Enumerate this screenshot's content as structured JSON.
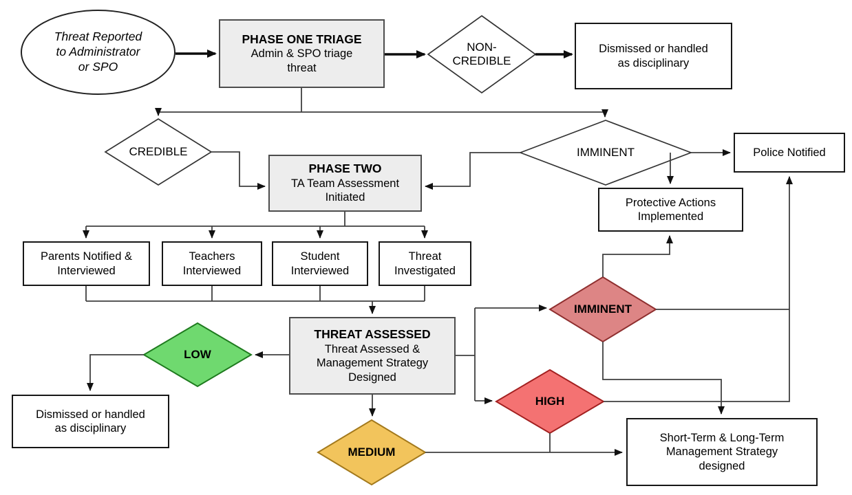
{
  "colors": {
    "process_fill": "#ededed",
    "process_border": "#4c4c4c",
    "line": "#3f3f3f",
    "arrow": "#111111",
    "thick_line": "#0d0d0d",
    "white_diamond_fill": "#ffffff",
    "white_diamond_border": "#333333",
    "low_fill": "#6fd96f",
    "low_border": "#1e7a1e",
    "medium_fill": "#f2c45c",
    "medium_border": "#a3791c",
    "high_fill": "#f47272",
    "high_border": "#a32020",
    "imminent_fill": "#dd8585",
    "imminent_border": "#8f2f2f"
  },
  "nodes": {
    "start": {
      "text": "Threat Reported\nto Administrator\nor SPO"
    },
    "phase_one": {
      "title": "PHASE ONE TRIAGE",
      "body": "Admin & SPO triage\nthreat"
    },
    "non_credible": {
      "text": "NON-\nCREDIBLE"
    },
    "dismissed_top": {
      "text": "Dismissed or handled\nas disciplinary"
    },
    "credible": {
      "text": "CREDIBLE"
    },
    "phase_two": {
      "title": "PHASE TWO",
      "body": "TA Team Assessment\nInitiated"
    },
    "imminent_top": {
      "text": "IMMINENT"
    },
    "police": {
      "text": "Police Notified"
    },
    "protective": {
      "text": "Protective Actions\nImplemented"
    },
    "parents": {
      "text": "Parents Notified &\nInterviewed"
    },
    "teachers": {
      "text": "Teachers\nInterviewed"
    },
    "student": {
      "text": "Student\nInterviewed"
    },
    "threat_inv": {
      "text": "Threat\nInvestigated"
    },
    "threat_assessed": {
      "title": "THREAT ASSESSED",
      "body": "Threat Assessed &\nManagement Strategy\nDesigned"
    },
    "low": {
      "text": "LOW"
    },
    "dismissed_bottom": {
      "text": "Dismissed or handled\nas disciplinary"
    },
    "medium": {
      "text": "MEDIUM"
    },
    "high": {
      "text": "HIGH"
    },
    "imminent_mid": {
      "text": "IMMINENT"
    },
    "short_term": {
      "text": "Short-Term & Long-Term\nManagement Strategy\ndesigned"
    }
  }
}
